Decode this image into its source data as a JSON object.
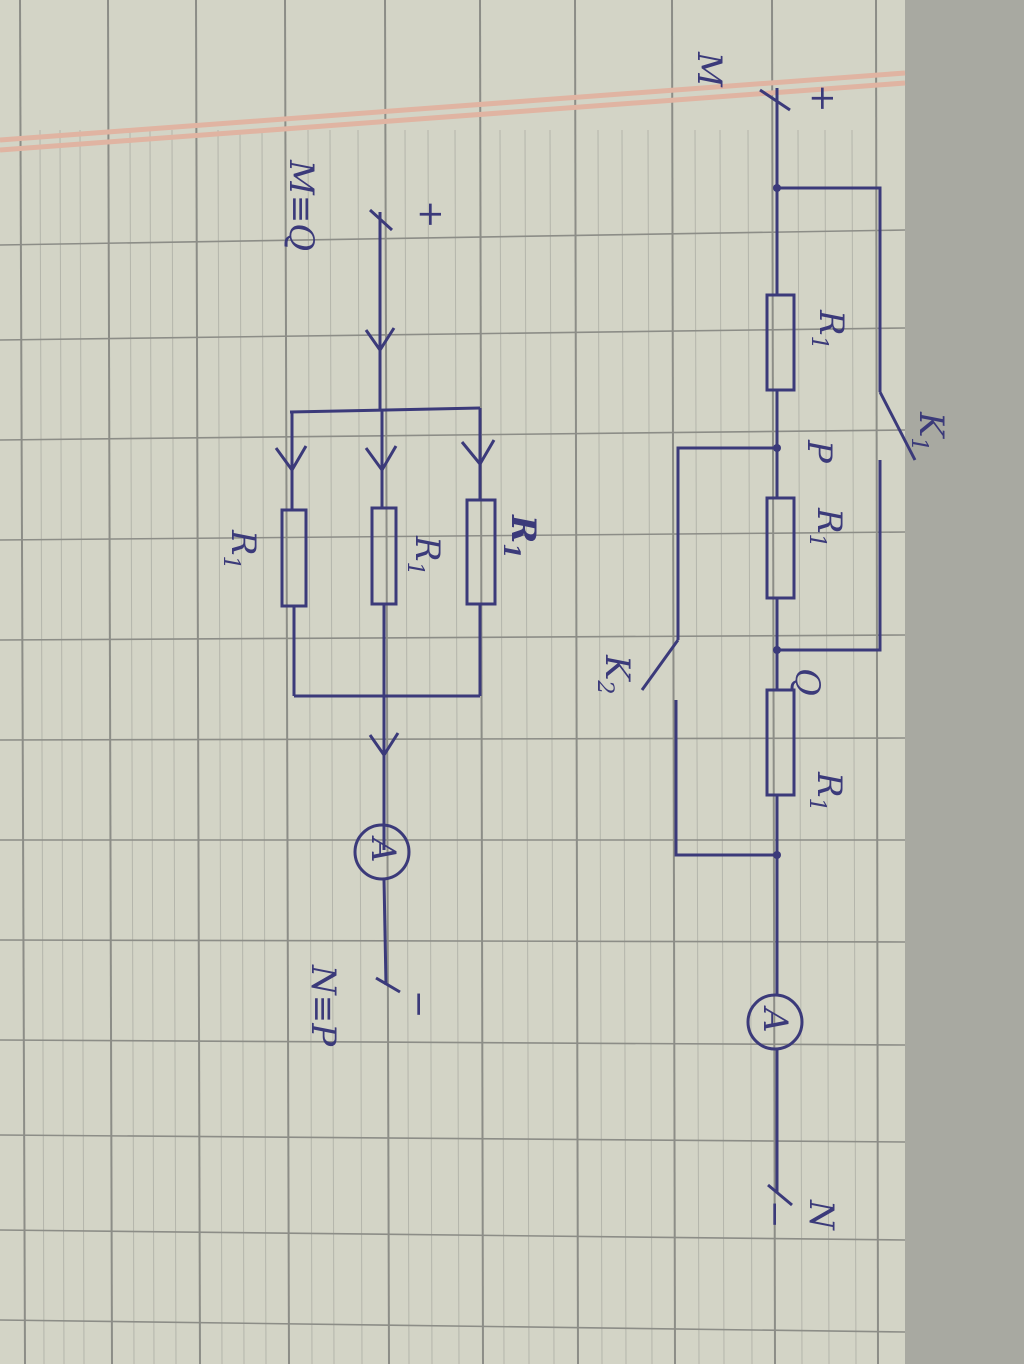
{
  "colors": {
    "paper": "#d4d5c8",
    "paper_edge": "#a9aaa2",
    "grid": "#8a8b86",
    "margin_line": "#e2b8a6",
    "ink": "#3b3a7a"
  },
  "circuit_original": {
    "terminals": {
      "start": "M",
      "start_polarity": "+",
      "end": "N",
      "end_polarity": "−"
    },
    "resistors": [
      {
        "label": "R",
        "index": "1"
      },
      {
        "label": "R",
        "index": "1"
      },
      {
        "label": "R",
        "index": "1"
      }
    ],
    "nodes": {
      "p": "P",
      "q": "Q"
    },
    "switches": [
      {
        "label": "K",
        "index": "1"
      },
      {
        "label": "K",
        "index": "2"
      }
    ],
    "ammeter": "A"
  },
  "circuit_equivalent": {
    "terminals": {
      "start": "M≡Q",
      "start_polarity": "+",
      "end": "N≡P",
      "end_polarity": "−"
    },
    "resistors": [
      {
        "label": "R",
        "index": "1"
      },
      {
        "label": "R",
        "index": "1"
      },
      {
        "label": "R",
        "index": "1"
      }
    ],
    "ammeter": "A"
  }
}
